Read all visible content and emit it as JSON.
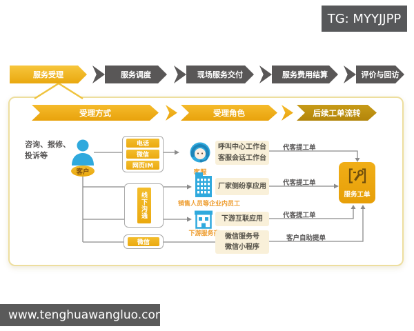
{
  "badge": {
    "label": "TG: MYYJJPP"
  },
  "footer": {
    "url": "www.tenghuawangluo.com"
  },
  "tabs": [
    {
      "label": "服务受理",
      "active": true
    },
    {
      "label": "服务调度",
      "active": false
    },
    {
      "label": "现场服务交付",
      "active": false
    },
    {
      "label": "服务费用结算",
      "active": false
    },
    {
      "label": "评价与回访",
      "active": false
    }
  ],
  "banners": {
    "accept_method": "受理方式",
    "accept_role": "受理角色",
    "followup_flow": "后续工单流转"
  },
  "source": {
    "note_lines": [
      "咨询、报修、",
      "投诉等"
    ],
    "customer_label": "客户"
  },
  "channels": {
    "online_box": [
      "电话",
      "微信",
      "网页IM"
    ],
    "offline_box": "线下沟通",
    "wechat_box": "微信"
  },
  "rows": [
    {
      "role": "客服",
      "apps": [
        "呼叫中心工作台",
        "客服会话工作台"
      ],
      "ticket": "代客提工单"
    },
    {
      "role": "销售人员等企业内员工",
      "apps": [
        "厂家侧纷享应用"
      ],
      "ticket": "代客提工单"
    },
    {
      "role": "下游服务商",
      "apps": [
        "下游互联应用"
      ],
      "ticket": "代客提工单"
    },
    {
      "apps": [
        "微信服务号",
        "微信小程序"
      ],
      "ticket": "客户自助提单"
    }
  ],
  "work_order": {
    "label": "服务工单"
  },
  "colors": {
    "accent_gold": "#EFAF1D",
    "dark_gray_tab": "#595757",
    "banner_dark_gold": "#BE9110",
    "icon_blue": "#2FA9DD",
    "role_label_orange": "#EE9D30",
    "beige_box": "#F9F0D9",
    "panel_border": "#EDDE9E",
    "connector_gray": "#8A8A8A",
    "footer_bg": "#5A5A5A"
  }
}
